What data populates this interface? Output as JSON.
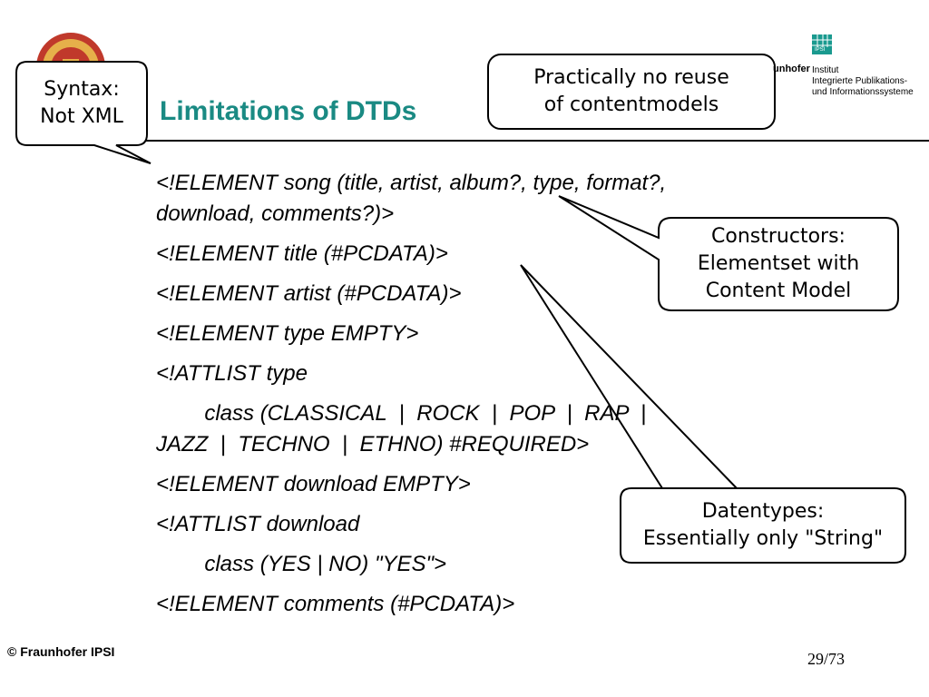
{
  "slide": {
    "title": "Limitations of DTDs",
    "footer": "© Fraunhofer IPSI",
    "page_number": "29/73"
  },
  "logo": {
    "brand_fragment": "unhofer",
    "badge_text": "IPSI",
    "lines": [
      "Institut",
      "Integrierte Publikations-",
      "und Informationssysteme"
    ]
  },
  "code_lines": [
    "<!ELEMENT song (title, artist, album?, type, format?,",
    "download, comments?)>",
    "<!ELEMENT title (#PCDATA)>",
    "<!ELEMENT artist (#PCDATA)>",
    "<!ELEMENT type EMPTY>",
    "<!ATTLIST type",
    "        class (CLASSICAL  |  ROCK  |  POP  |  RAP  |",
    "JAZZ  |  TECHNO  |  ETHNO) #REQUIRED>",
    "<!ELEMENT download EMPTY>",
    "<!ATTLIST download",
    "        class (YES | NO) \"YES\">",
    "<!ELEMENT comments (#PCDATA)>"
  ],
  "callouts": {
    "syntax": [
      "Syntax:",
      "Not XML"
    ],
    "reuse": [
      "Practically no reuse",
      "of contentmodels"
    ],
    "constructors": [
      "Constructors:",
      "Elementset with",
      "Content Model"
    ],
    "datatypes": [
      "Datentypes:",
      "Essentially only \"String\""
    ]
  },
  "colors": {
    "title": "#1a8a83",
    "text": "#000000",
    "background": "#ffffff",
    "logo_badge": "#1a9a8f"
  }
}
